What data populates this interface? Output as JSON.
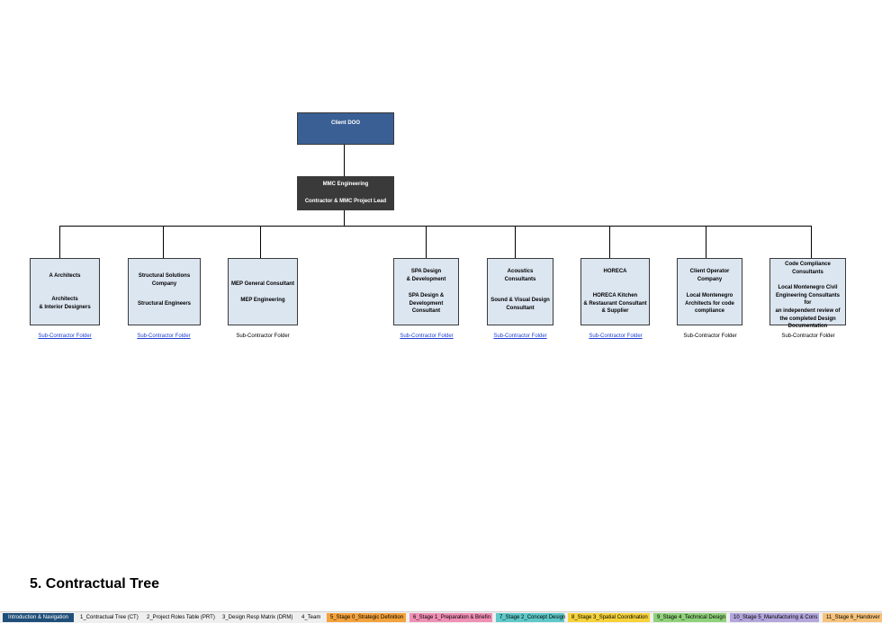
{
  "diagram": {
    "top": {
      "label": "Client DOO"
    },
    "lead": {
      "title": "MMC Engineering",
      "role": "Contractor & MMC Project Lead"
    },
    "subs": [
      {
        "title": "A Architects",
        "desc": "Architects\n& Interior Designers",
        "link": "Sub-Contractor Folder",
        "link_style": "hyperlink"
      },
      {
        "title": "Structural Solutions\nCompany",
        "desc": "Structural Engineers",
        "link": "Sub-Contractor Folder",
        "link_style": "hyperlink"
      },
      {
        "title": "MEP General Consultant",
        "desc": "MEP Engineering",
        "link": "Sub-Contractor Folder",
        "link_style": "plain"
      },
      {
        "title": "SPA Design\n& Development",
        "desc": "SPA Design  &\nDevelopment\nConsultant",
        "link": "Sub-Contractor Folder",
        "link_style": "hyperlink"
      },
      {
        "title": "Acoustics\nConsultants",
        "desc": "Sound & Visual Design\nConsultant",
        "link": "Sub-Contractor Folder",
        "link_style": "hyperlink"
      },
      {
        "title": "HORECA",
        "desc": "HORECA Kitchen\n& Restaurant Consultant\n& Supplier",
        "link": "Sub-Contractor Folder",
        "link_style": "hyperlink"
      },
      {
        "title": "Client Operator\nCompany",
        "desc": "Local Montenegro\nArchitects for code\ncompliance",
        "link": "Sub-Contractor Folder",
        "link_style": "plain"
      },
      {
        "title": "Code Compliance\nConsultants",
        "desc": "Local Montenegro Civil\nEngineering Consultants for\nan independent review of\nthe completed Design\nDocumentation",
        "link": "Sub-Contractor Folder",
        "link_style": "plain"
      }
    ]
  },
  "page_title": "5. Contractual Tree",
  "sheet_tabs": [
    {
      "label": "Introduction & Navigation",
      "color": "#1f4e79",
      "text_color": "#ffffff"
    },
    {
      "label": "1_Contractual Tree (CT)",
      "color": "#efefef",
      "text_color": "#000000"
    },
    {
      "label": "2_Project Roles Table (PRT)",
      "color": "#efefef",
      "text_color": "#000000"
    },
    {
      "label": "3_Design Resp Matrix (DRM)",
      "color": "#efefef",
      "text_color": "#000000"
    },
    {
      "label": "4_Team",
      "color": "#efefef",
      "text_color": "#000000"
    },
    {
      "label": "5_Stage 0_Strategic Definition",
      "color": "#f4a23c",
      "text_color": "#000000"
    },
    {
      "label": "6_Stage 1_Preparation & Briefin",
      "color": "#f08fb4",
      "text_color": "#000000"
    },
    {
      "label": "7_Stage 2_Concept Design",
      "color": "#5ec8c8",
      "text_color": "#000000"
    },
    {
      "label": "8_Stage 3_Spatial Coordination",
      "color": "#f5d23a",
      "text_color": "#000000"
    },
    {
      "label": "9_Stage 4_Technical Design",
      "color": "#8fd17a",
      "text_color": "#000000"
    },
    {
      "label": "10_Stage 5_Manufacturing & Cons",
      "color": "#b3a6dc",
      "text_color": "#000000"
    },
    {
      "label": "11_Stage 6_Handover",
      "color": "#f6c27a",
      "text_color": "#000000"
    }
  ]
}
